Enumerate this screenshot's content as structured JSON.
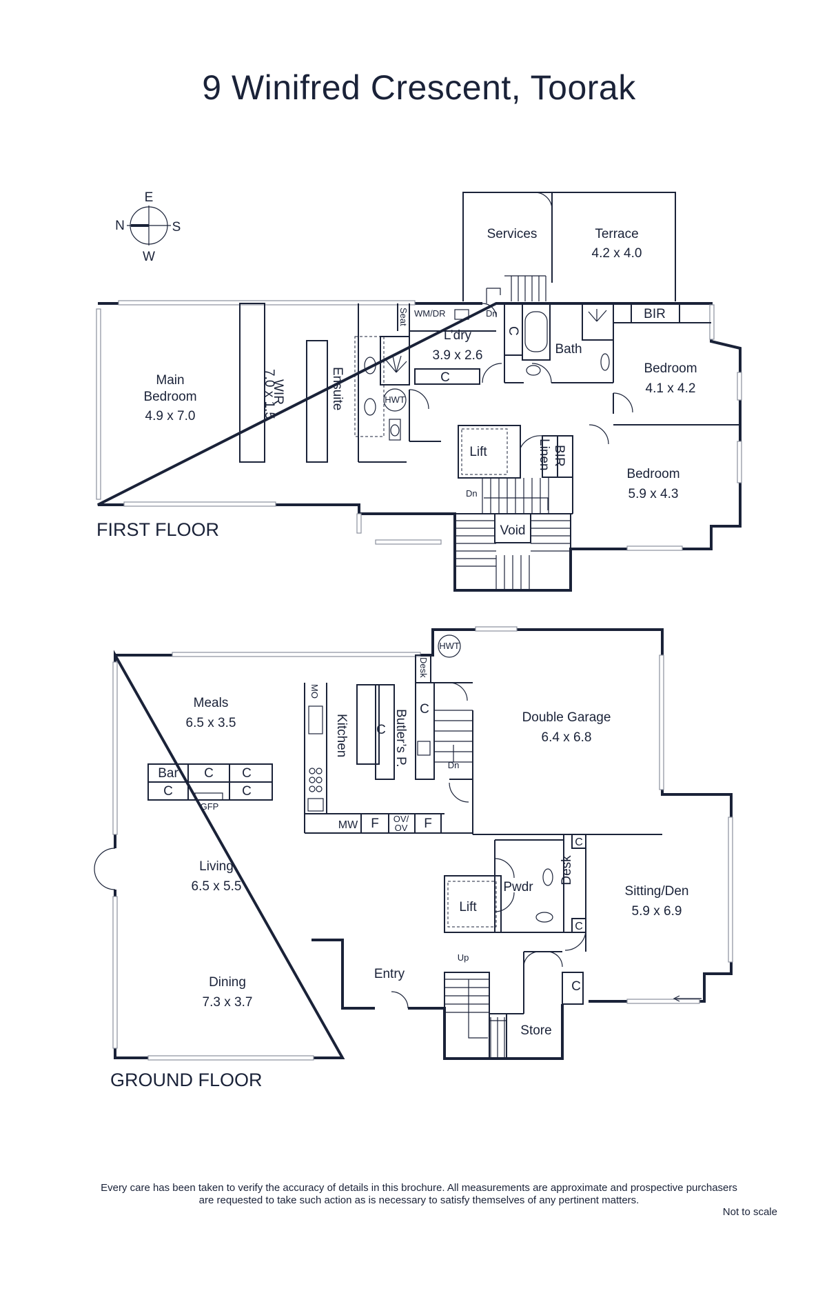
{
  "title": "9 Winifred Crescent, Toorak",
  "compass": {
    "n": "N",
    "e": "E",
    "s": "S",
    "w": "W"
  },
  "first_floor": {
    "label": "FIRST FLOOR",
    "rooms": {
      "services": "Services",
      "terrace": {
        "name": "Terrace",
        "size": "4.2 x 4.0"
      },
      "main_bedroom": {
        "line1": "Main",
        "line2": "Bedroom",
        "size": "4.9 x 7.0"
      },
      "wir": {
        "name": "WIR",
        "size": "7.0 x 1.5"
      },
      "ensuite": "Ensuite",
      "seat": "Seat",
      "wmdr": "WM/DR",
      "dn1": "Dn",
      "laundry": {
        "name": "L’dry",
        "size": "3.9 x 2.6"
      },
      "c1": "C",
      "c2": "C",
      "bath": "Bath",
      "bir1": "BIR",
      "bedroom1": {
        "name": "Bedroom",
        "size": "4.1 x 4.2"
      },
      "hwt": "HWT",
      "lift": "Lift",
      "linen": "Linen",
      "bir2": "BIR",
      "bedroom2": {
        "name": "Bedroom",
        "size": "5.9 x 4.3"
      },
      "dn2": "Dn",
      "void": "Void"
    }
  },
  "ground_floor": {
    "label": "GROUND FLOOR",
    "rooms": {
      "hwt": "HWT",
      "desk1": "Desk",
      "meals": {
        "name": "Meals",
        "size": "6.5 x 3.5"
      },
      "mo": "MO",
      "kitchen": "Kitchen",
      "c_island": "C",
      "butlers": "Butler’s P.",
      "c_b": "C",
      "dn": "Dn",
      "double_garage": {
        "name": "Double Garage",
        "size": "6.4 x 6.8"
      },
      "bar": "Bar",
      "c_bar1": "C",
      "c_bar2": "C",
      "c_bar3": "C",
      "c_bar4": "C",
      "gfp": "GFP",
      "mw": "MW",
      "f1": "F",
      "ovov1": "OV/",
      "ovov2": "OV",
      "f2": "F",
      "living": {
        "name": "Living",
        "size": "6.5 x 5.5"
      },
      "lift": "Lift",
      "pwdr": "Pwdr",
      "desk2": "Desk",
      "c_d1": "C",
      "c_d2": "C",
      "sitting": {
        "name": "Sitting/Den",
        "size": "5.9 x 6.9"
      },
      "dining": {
        "name": "Dining",
        "size": "7.3 x 3.7"
      },
      "entry": "Entry",
      "up": "Up",
      "store": "Store",
      "c_s": "C"
    }
  },
  "disclaimer_line1": "Every care has been taken to verify the accuracy of details in this brochure.  All measurements are approximate and prospective purchasers",
  "disclaimer_line2": "are requested to take such action as is necessary to satisfy themselves of any pertinent matters.",
  "not_to_scale": "Not to scale"
}
